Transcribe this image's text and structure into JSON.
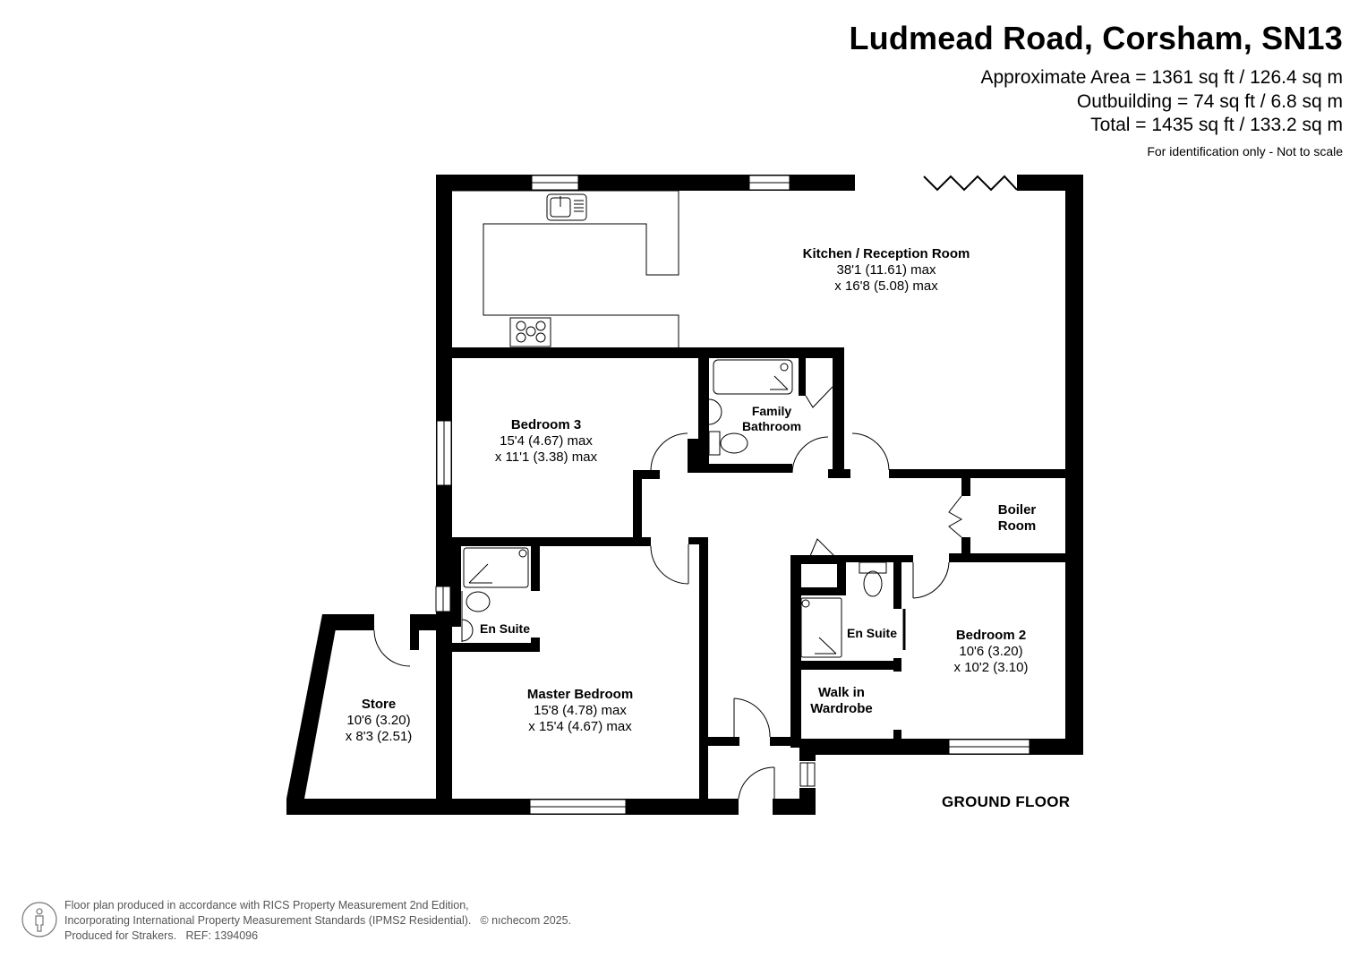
{
  "header": {
    "title": "Ludmead Road, Corsham, SN13",
    "approximate_area": "Approximate Area = 1361 sq ft / 126.4 sq m",
    "outbuilding": "Outbuilding = 74 sq ft / 6.8 sq m",
    "total": "Total = 1435 sq ft / 133.2 sq m",
    "disclaimer": "For identification only - Not to scale"
  },
  "rooms": {
    "kitchen": {
      "name": "Kitchen / Reception Room",
      "dim1": "38'1 (11.61) max",
      "dim2": "x 16'8 (5.08) max"
    },
    "bedroom3": {
      "name": "Bedroom 3",
      "dim1": "15'4 (4.67) max",
      "dim2": "x 11'1 (3.38) max"
    },
    "family_bathroom": {
      "line1": "Family",
      "line2": "Bathroom"
    },
    "boiler_room": {
      "line1": "Boiler",
      "line2": "Room"
    },
    "en_suite_master": {
      "name": "En Suite"
    },
    "en_suite_bed2": {
      "name": "En Suite"
    },
    "bedroom2": {
      "name": "Bedroom 2",
      "dim1": "10'6 (3.20)",
      "dim2": "x 10'2 (3.10)"
    },
    "walk_in_wardrobe": {
      "line1": "Walk in",
      "line2": "Wardrobe"
    },
    "master_bedroom": {
      "name": "Master Bedroom",
      "dim1": "15'8 (4.78) max",
      "dim2": "x 15'4 (4.67) max"
    },
    "store": {
      "name": "Store",
      "dim1": "10'6 (3.20)",
      "dim2": "x 8'3 (2.51)"
    }
  },
  "floor_label": "GROUND FLOOR",
  "footer": {
    "icon": "person-icon",
    "line1": "Floor plan produced in accordance with RICS Property Measurement 2nd Edition,",
    "line2": "Incorporating International Property Measurement Standards (IPMS2 Residential).",
    "copyright": "© nıchecom 2025.",
    "line3": "Produced for Strakers.   REF: 1394096"
  },
  "colors": {
    "wall": "#000000",
    "background": "#ffffff",
    "footer_text": "#555555"
  }
}
